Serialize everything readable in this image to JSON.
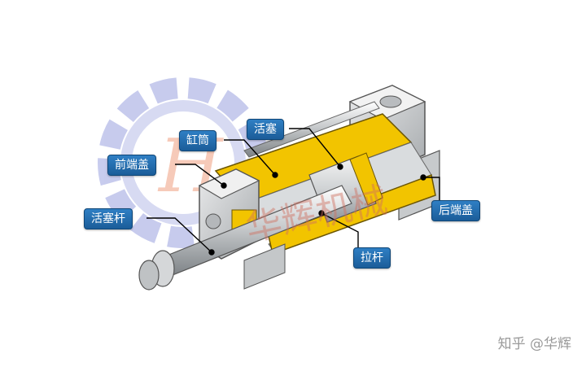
{
  "labels": {
    "cylinder_barrel": "缸筒",
    "piston": "活塞",
    "front_end_cap": "前端盖",
    "piston_rod": "活塞杆",
    "rear_end_cap": "后端盖",
    "tie_rod": "拉杆"
  },
  "logo_watermark": "华辉机械",
  "credit": "知乎 @华辉",
  "colors": {
    "label_bg": "#1b5d99",
    "section_yellow": "#f2c400",
    "watermark": "#b8bde8"
  }
}
